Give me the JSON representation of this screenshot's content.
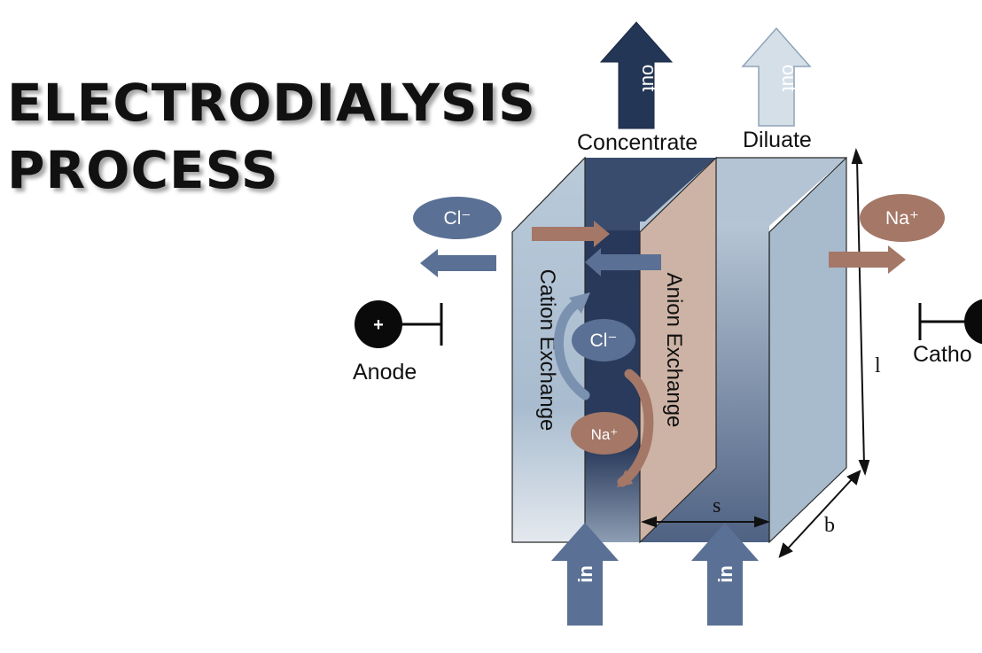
{
  "title": {
    "line1": "ELECTRODIALYSIS",
    "line2": "PROCESS"
  },
  "diagram": {
    "out_label": "out",
    "in_label": "in",
    "concentrate": "Concentrate",
    "diluate": "Diluate",
    "cation_membrane": "Cation Exchange",
    "anion_membrane": "Anion Exchange",
    "anode": "Anode",
    "cathode": "Catho",
    "anode_symbol": "+",
    "ions": {
      "chloride": "Cl⁻",
      "sodium": "Na⁺"
    },
    "dimensions": {
      "length": "l",
      "spacing": "s",
      "breadth": "b"
    },
    "colors": {
      "dark_navy": "#243655",
      "steel_blue": "#5e7598",
      "light_blue": "#a9bdcf",
      "pale_blue": "#d3dde6",
      "tan": "#c9ad9e",
      "copper": "#a47767"
    }
  }
}
